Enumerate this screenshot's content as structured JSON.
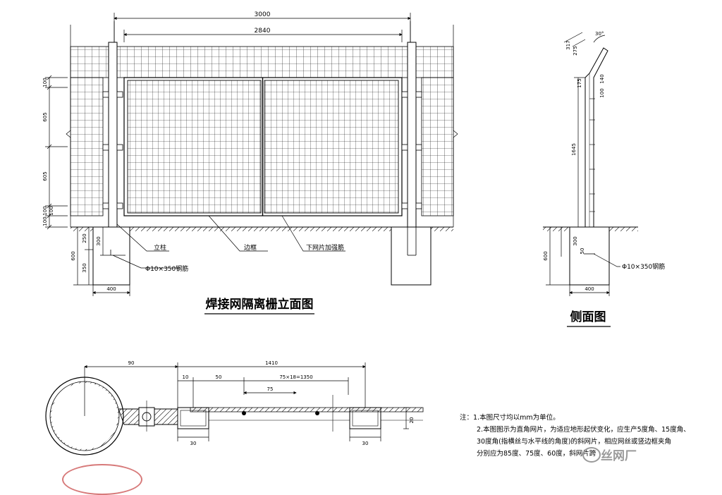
{
  "elevation": {
    "title": "焊接网隔离栅立面图",
    "dims": {
      "total_width": "3000",
      "panel_width": "2840",
      "h_100_top": "100",
      "h_605_a": "605",
      "h_605_b": "605",
      "h_100_b1": "100",
      "h_100_b2": "100",
      "h_100_b3": "100",
      "foundation_250": "250",
      "foundation_300": "300",
      "foundation_600": "600",
      "foundation_350": "350",
      "foundation_400": "400"
    },
    "labels": {
      "post": "立柱",
      "frame": "边框",
      "stiffener": "下网片加强筋",
      "rebar": "Φ10×350钢筋"
    }
  },
  "side": {
    "title": "侧面图",
    "dims": {
      "angle": "30°",
      "d317": "317",
      "d275": "275",
      "d175": "175",
      "d140": "140",
      "d100": "100",
      "d1645": "1645",
      "d300": "300",
      "d600": "600",
      "d50": "50",
      "d400": "400"
    },
    "labels": {
      "rebar": "Φ10×350钢筋"
    }
  },
  "detail": {
    "dims": {
      "d90": "90",
      "d1410": "1410",
      "d10": "10",
      "d50": "50",
      "d75x18": "75×18=1350",
      "d75": "75",
      "d20": "20",
      "d30a": "30",
      "d30b": "30"
    }
  },
  "notes": {
    "line1": "注：1.本图尺寸均以mm为单位。",
    "line2": "2.本图图示为直角网片，为适应地形起伏变化，应生产5度角、15度角、",
    "line3": "30度角(指横丝与水平线的角度)的斜网片，相应网丝或竖边框夹角",
    "line4": "分别应为85度、75度、60度，斜网片跨"
  },
  "watermark": "丝网厂"
}
